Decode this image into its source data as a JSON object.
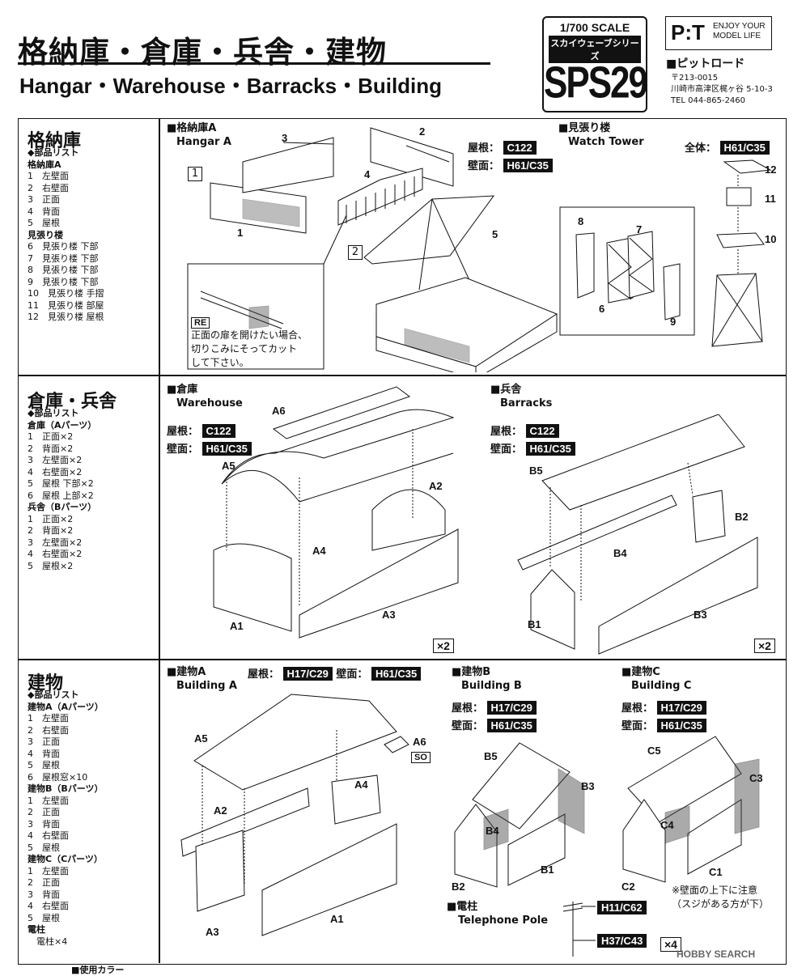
{
  "header": {
    "title_jp": "格納庫・倉庫・兵舎・建物",
    "title_en": "Hangar・Warehouse・Barracks・Building",
    "scale": "1/700 SCALE",
    "series": "スカイウェーブシリーズ",
    "code": "SPS29",
    "logo_mark": "P:T",
    "logo_text": [
      "ENJOY YOUR",
      "MODEL LIFE"
    ],
    "maker": "■ピットロード",
    "address": [
      "〒213-0015",
      "川崎市高津区梶ヶ谷 5-10-3",
      "TEL  044-865-2460"
    ]
  },
  "sections": {
    "hangar": {
      "title": "格納庫",
      "list_head": "◆部品リスト",
      "groups": [
        {
          "name": "格納庫A",
          "items": [
            "1　左壁面",
            "2　右壁面",
            "3　正面",
            "4　背面",
            "5　屋根"
          ]
        },
        {
          "name": "見張り楼",
          "items": [
            "6　見張り楼 下部",
            "7　見張り楼 下部",
            "8　見張り楼 下部",
            "9　見張り楼 下部",
            "10　見張り楼 手摺",
            "11　見張り楼 部屋",
            "12　見張り楼 屋根"
          ]
        }
      ],
      "hangar_label_jp": "■格納庫A",
      "hangar_label_en": "Hangar A",
      "roof_label": "屋根：",
      "roof_color": "C122",
      "wall_label": "壁面：",
      "wall_color": "H61/C35",
      "step1": "1",
      "step2": "2",
      "part_nums": [
        "1",
        "2",
        "3",
        "4",
        "5"
      ],
      "tower_label_jp": "■見張り楼",
      "tower_label_en": "Watch Tower",
      "tower_all_label": "全体：",
      "tower_color": "H61/C35",
      "tower_nums": [
        "6",
        "7",
        "8",
        "9",
        "10",
        "11",
        "12"
      ],
      "re_tag": "RE",
      "re_note": [
        "正面の扉を開けたい場合、",
        "切りこみにそってカット",
        "して下さい。"
      ]
    },
    "warehouse": {
      "title": "倉庫・兵舎",
      "list_head": "◆部品リスト",
      "groups": [
        {
          "name": "倉庫（Aパーツ）",
          "items": [
            "1　正面×2",
            "2　背面×2",
            "3　左壁面×2",
            "4　右壁面×2",
            "5　屋根 下部×2",
            "6　屋根 上部×2"
          ]
        },
        {
          "name": "兵舎（Bパーツ）",
          "items": [
            "1　正面×2",
            "2　背面×2",
            "3　左壁面×2",
            "4　右壁面×2",
            "5　屋根×2"
          ]
        }
      ],
      "wh_label_jp": "■倉庫",
      "wh_label_en": "Warehouse",
      "bk_label_jp": "■兵舎",
      "bk_label_en": "Barracks",
      "roof_label": "屋根：",
      "roof_color": "C122",
      "wall_label": "壁面：",
      "wall_color": "H61/C35",
      "wh_parts": [
        "A1",
        "A2",
        "A3",
        "A4",
        "A5",
        "A6"
      ],
      "bk_parts": [
        "B1",
        "B2",
        "B3",
        "B4",
        "B5"
      ],
      "mult": "×2"
    },
    "building": {
      "title": "建物",
      "list_head": "◆部品リスト",
      "groups": [
        {
          "name": "建物A（Aパーツ）",
          "items": [
            "1　左壁面",
            "2　右壁面",
            "3　正面",
            "4　背面",
            "5　屋根",
            "6　屋根窓×10"
          ]
        },
        {
          "name": "建物B（Bパーツ）",
          "items": [
            "1　左壁面",
            "2　正面",
            "3　背面",
            "4　右壁面",
            "5　屋根"
          ]
        },
        {
          "name": "建物C（Cパーツ）",
          "items": [
            "1　左壁面",
            "2　正面",
            "3　背面",
            "4　右壁面",
            "5　屋根"
          ]
        },
        {
          "name": "電柱",
          "items": [
            "　電柱×4"
          ]
        }
      ],
      "a_label_jp": "■建物A",
      "a_label_en": "Building A",
      "a_roof_label": "屋根：",
      "a_roof_color": "H17/C29",
      "a_wall_label": "壁面：",
      "a_wall_color": "H61/C35",
      "b_label_jp": "■建物B",
      "b_label_en": "Building B",
      "c_label_jp": "■建物C",
      "c_label_en": "Building C",
      "roof_label": "屋根：",
      "roof_color": "H17/C29",
      "wall_label": "壁面：",
      "wall_color": "H61/C35",
      "a_parts": [
        "A1",
        "A2",
        "A3",
        "A4",
        "A5",
        "A6"
      ],
      "so_tag": "SO",
      "b_parts": [
        "B1",
        "B2",
        "B3",
        "B4",
        "B5"
      ],
      "c_parts": [
        "C1",
        "C2",
        "C3",
        "C4",
        "C5"
      ],
      "c_note": [
        "※壁面の上下に注意",
        "（スジがある方が下）"
      ],
      "pole_label_jp": "■電柱",
      "pole_label_en": "Telephone Pole",
      "pole_color1": "H11/C62",
      "pole_color2": "H37/C43",
      "pole_mult": "×4"
    }
  },
  "footer": {
    "colors_head": "■使用カラー",
    "watermark": "HOBBY SEARCH"
  },
  "colors": {
    "ink": "#111111",
    "chip_bg": "#111111",
    "chip_fg": "#ffffff"
  }
}
